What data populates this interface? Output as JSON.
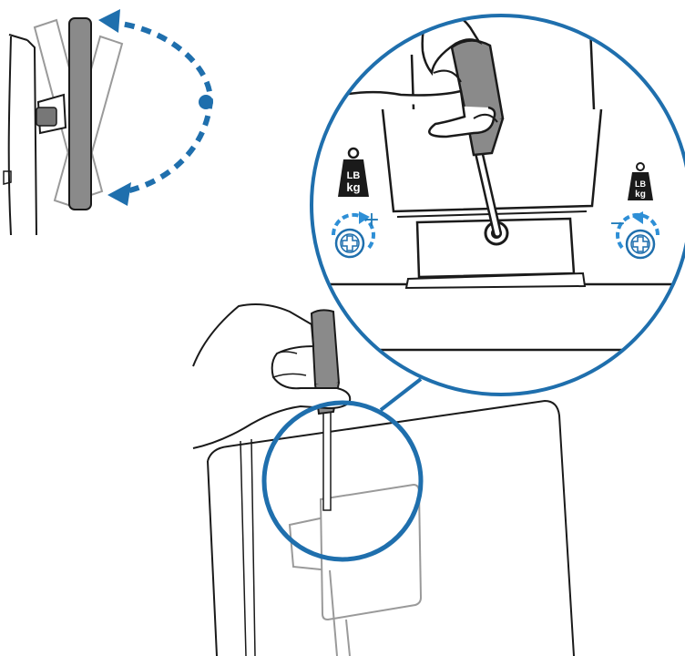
{
  "weight_icons": {
    "left": {
      "line1": "LB",
      "line2": "kg"
    },
    "right": {
      "line1": "LB",
      "line2": "kg"
    }
  },
  "adjust_signs": {
    "increase": "+",
    "decrease": "−"
  },
  "colors": {
    "accent": "#1f6fad",
    "accent_light": "#2e8fd6",
    "line": "#1a1a1a",
    "panel_gray": "#999999",
    "handle_gray": "#888888"
  },
  "icons": [
    "monitor-rotation-arrow-icon",
    "weight-lb-kg-icon",
    "rotate-clockwise-plus-icon",
    "rotate-counterclockwise-minus-icon",
    "phillips-screw-icon",
    "screwdriver-icon",
    "hand-icon",
    "magnifier-callout-icon"
  ]
}
